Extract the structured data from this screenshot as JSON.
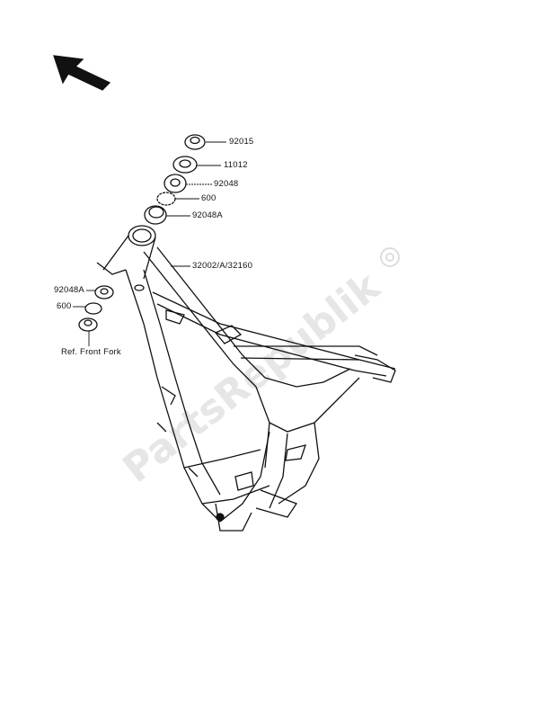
{
  "diagram": {
    "direction_arrow": "front-arrow-icon",
    "watermark": "PartsRepublik",
    "callouts": [
      {
        "id": "92015",
        "label": "92015"
      },
      {
        "id": "11012",
        "label": "11012"
      },
      {
        "id": "92048",
        "label": "92048"
      },
      {
        "id": "600-top",
        "label": "600"
      },
      {
        "id": "92048A-top",
        "label": "92048A"
      },
      {
        "id": "frame",
        "label": "32002/A/32160"
      },
      {
        "id": "92048A-bottom",
        "label": "92048A"
      },
      {
        "id": "600-bottom",
        "label": "600"
      },
      {
        "id": "ref",
        "label": "Ref. Front Fork"
      }
    ]
  }
}
